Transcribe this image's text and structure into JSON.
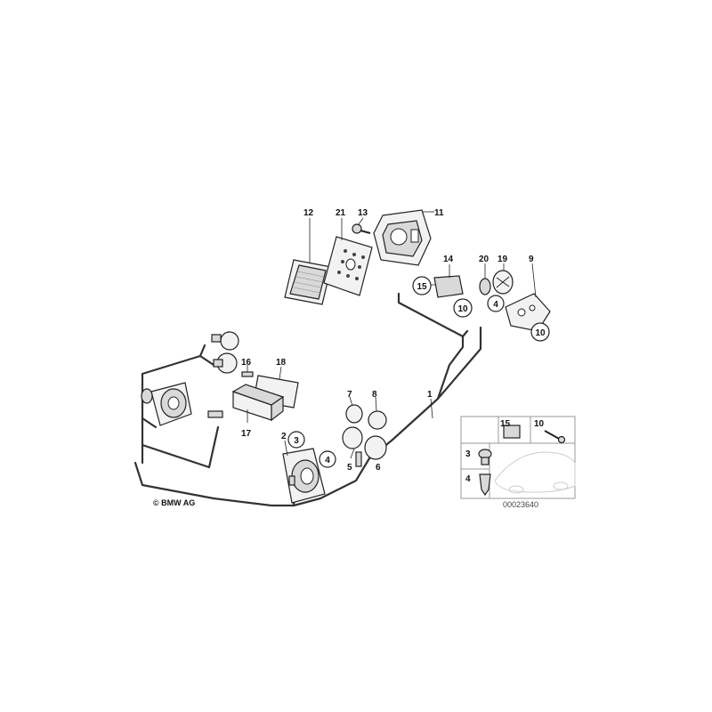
{
  "callouts": {
    "c1": "1",
    "c2": "2",
    "c3": "3",
    "c4": "4",
    "c5": "5",
    "c6": "6",
    "c7": "7",
    "c8": "8",
    "c9": "9",
    "c10": "10",
    "c11": "11",
    "c12": "12",
    "c13": "13",
    "c14": "14",
    "c15": "15",
    "c16": "16",
    "c17": "17",
    "c18": "18",
    "c19": "19",
    "c20": "20",
    "c21": "21"
  },
  "legend": {
    "c3": "3",
    "c4": "4",
    "c10": "10",
    "c15": "15"
  },
  "footer": {
    "copyright": "© BMW AG",
    "diagram_number": "00023640"
  }
}
